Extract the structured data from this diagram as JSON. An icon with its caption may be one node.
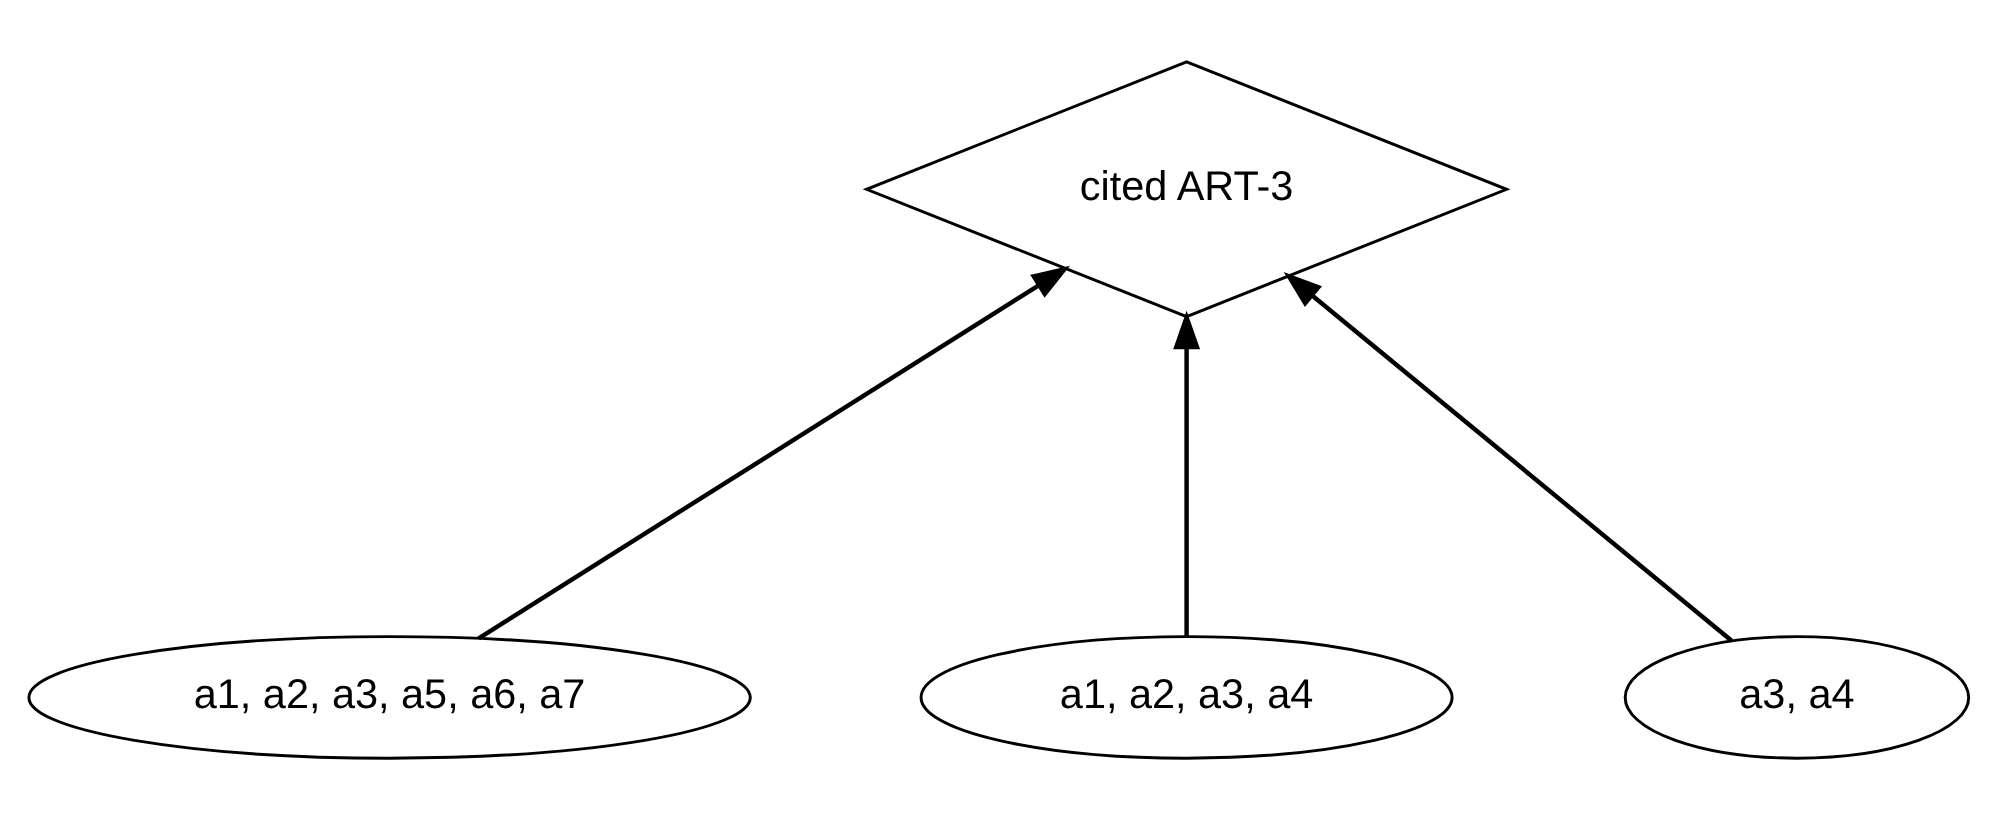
{
  "diagram": {
    "nodes": [
      {
        "text": [
          "cited ART-3"
        ]
      },
      {
        "text": [
          "a1, a2, a3, a5, a6, a7"
        ]
      },
      {
        "text": [
          "a1, a2, a3, a4"
        ]
      },
      {
        "text": [
          "a3, a4"
        ]
      }
    ],
    "edges": [
      {
        "from": 1,
        "to": 0,
        "arrow": "to"
      },
      {
        "from": 2,
        "to": 0,
        "arrow": "to"
      },
      {
        "from": 3,
        "to": 0,
        "arrow": "to"
      }
    ]
  }
}
